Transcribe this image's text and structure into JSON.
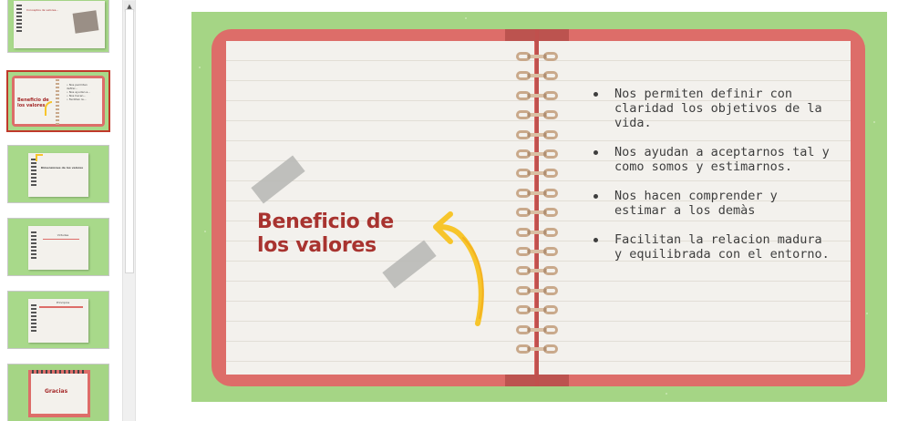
{
  "thumbnails": [
    {
      "index": 1,
      "state": "partial",
      "text": "Conceptos de valores..."
    },
    {
      "index": 2,
      "state": "selected",
      "title": "Beneficio de los valores"
    },
    {
      "index": 3,
      "title": "Dimensiones de los valores"
    },
    {
      "index": 4,
      "title": "Virtudes"
    },
    {
      "index": 5,
      "title": "Principios"
    },
    {
      "index": 6,
      "title": "Gracias"
    }
  ],
  "slide": {
    "title_line1": "Beneficio de",
    "title_line2": "los valores",
    "bullets": [
      "Nos permiten definir con claridad los objetivos de la vida.",
      "Nos ayudan a aceptarnos tal y como somos y estimarnos.",
      "Nos hacen comprender y estimar a los demàs",
      "Facilitan la relacion madura y equilibrada con el entorno."
    ]
  },
  "icons": {
    "scroll_up": "triangle-up-icon",
    "arrow": "hand-drawn-arrow-icon"
  },
  "colors": {
    "background_green": "#a5d585",
    "cover_red": "#dd6d69",
    "title_red": "#a8332f",
    "arrow_yellow": "#f7c52b",
    "paper": "#f3f1ed"
  }
}
